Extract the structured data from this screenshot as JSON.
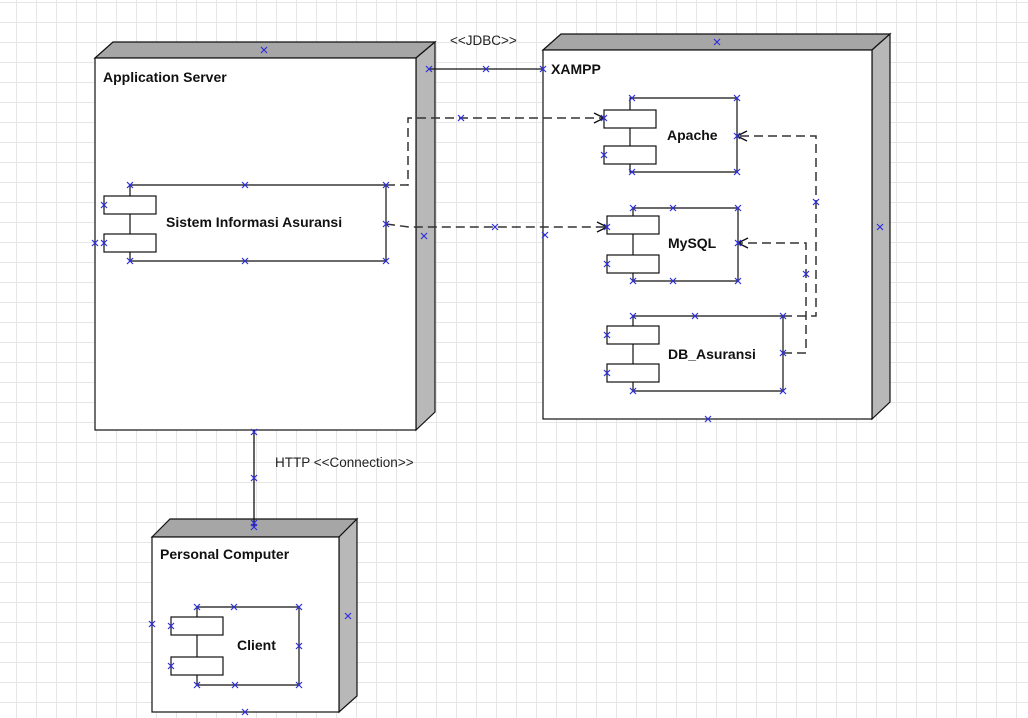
{
  "colors": {
    "node_fill": "#ffffff",
    "node_side": "#b8b8b8",
    "node_top": "#a6a6a6",
    "stroke": "#111111",
    "handle": "#3030e0"
  },
  "nodes": {
    "application_server": {
      "title": "Application Server"
    },
    "xampp": {
      "title": "XAMPP"
    },
    "personal_computer": {
      "title": "Personal Computer"
    }
  },
  "components": {
    "sistem_informasi": {
      "label": "Sistem Informasi Asuransi"
    },
    "apache": {
      "label": "Apache"
    },
    "mysql": {
      "label": "MySQL"
    },
    "db_asuransi": {
      "label": "DB_Asuransi"
    },
    "client": {
      "label": "Client"
    }
  },
  "connections": {
    "jdbc": {
      "label": "<<JDBC>>"
    },
    "http": {
      "label": "HTTP <<Connection>>"
    }
  }
}
